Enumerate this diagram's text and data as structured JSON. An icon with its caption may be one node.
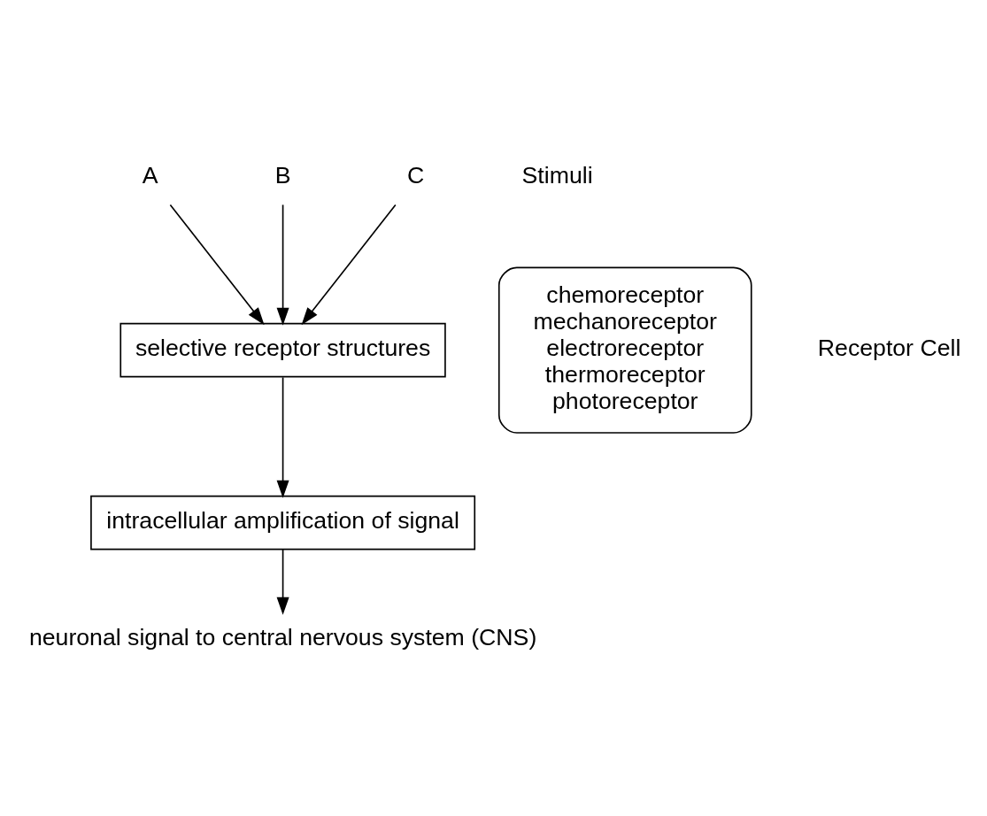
{
  "diagram": {
    "nodes": [
      {
        "text": [
          "A"
        ]
      },
      {
        "text": [
          "B"
        ]
      },
      {
        "text": [
          "C"
        ]
      },
      {
        "text": [
          "selective receptor structures"
        ]
      },
      {
        "text": [
          "intracellular amplification of signal"
        ]
      },
      {
        "text": [
          "neuronal signal to central nervous system (CNS)"
        ]
      },
      {
        "text": [
          "chemoreceptor",
          "mechanoreceptor",
          "electroreceptor",
          "thermoreceptor",
          "photoreceptor"
        ]
      }
    ],
    "edges": [
      {
        "from": 0,
        "to": 3,
        "arrow": "to"
      },
      {
        "from": 1,
        "to": 3,
        "arrow": "to"
      },
      {
        "from": 2,
        "to": 3,
        "arrow": "to"
      },
      {
        "from": 3,
        "to": 4,
        "arrow": "to"
      },
      {
        "from": 4,
        "to": 5,
        "arrow": "to"
      }
    ],
    "labels": [
      "Stimuli",
      "Receptor Cell"
    ]
  }
}
